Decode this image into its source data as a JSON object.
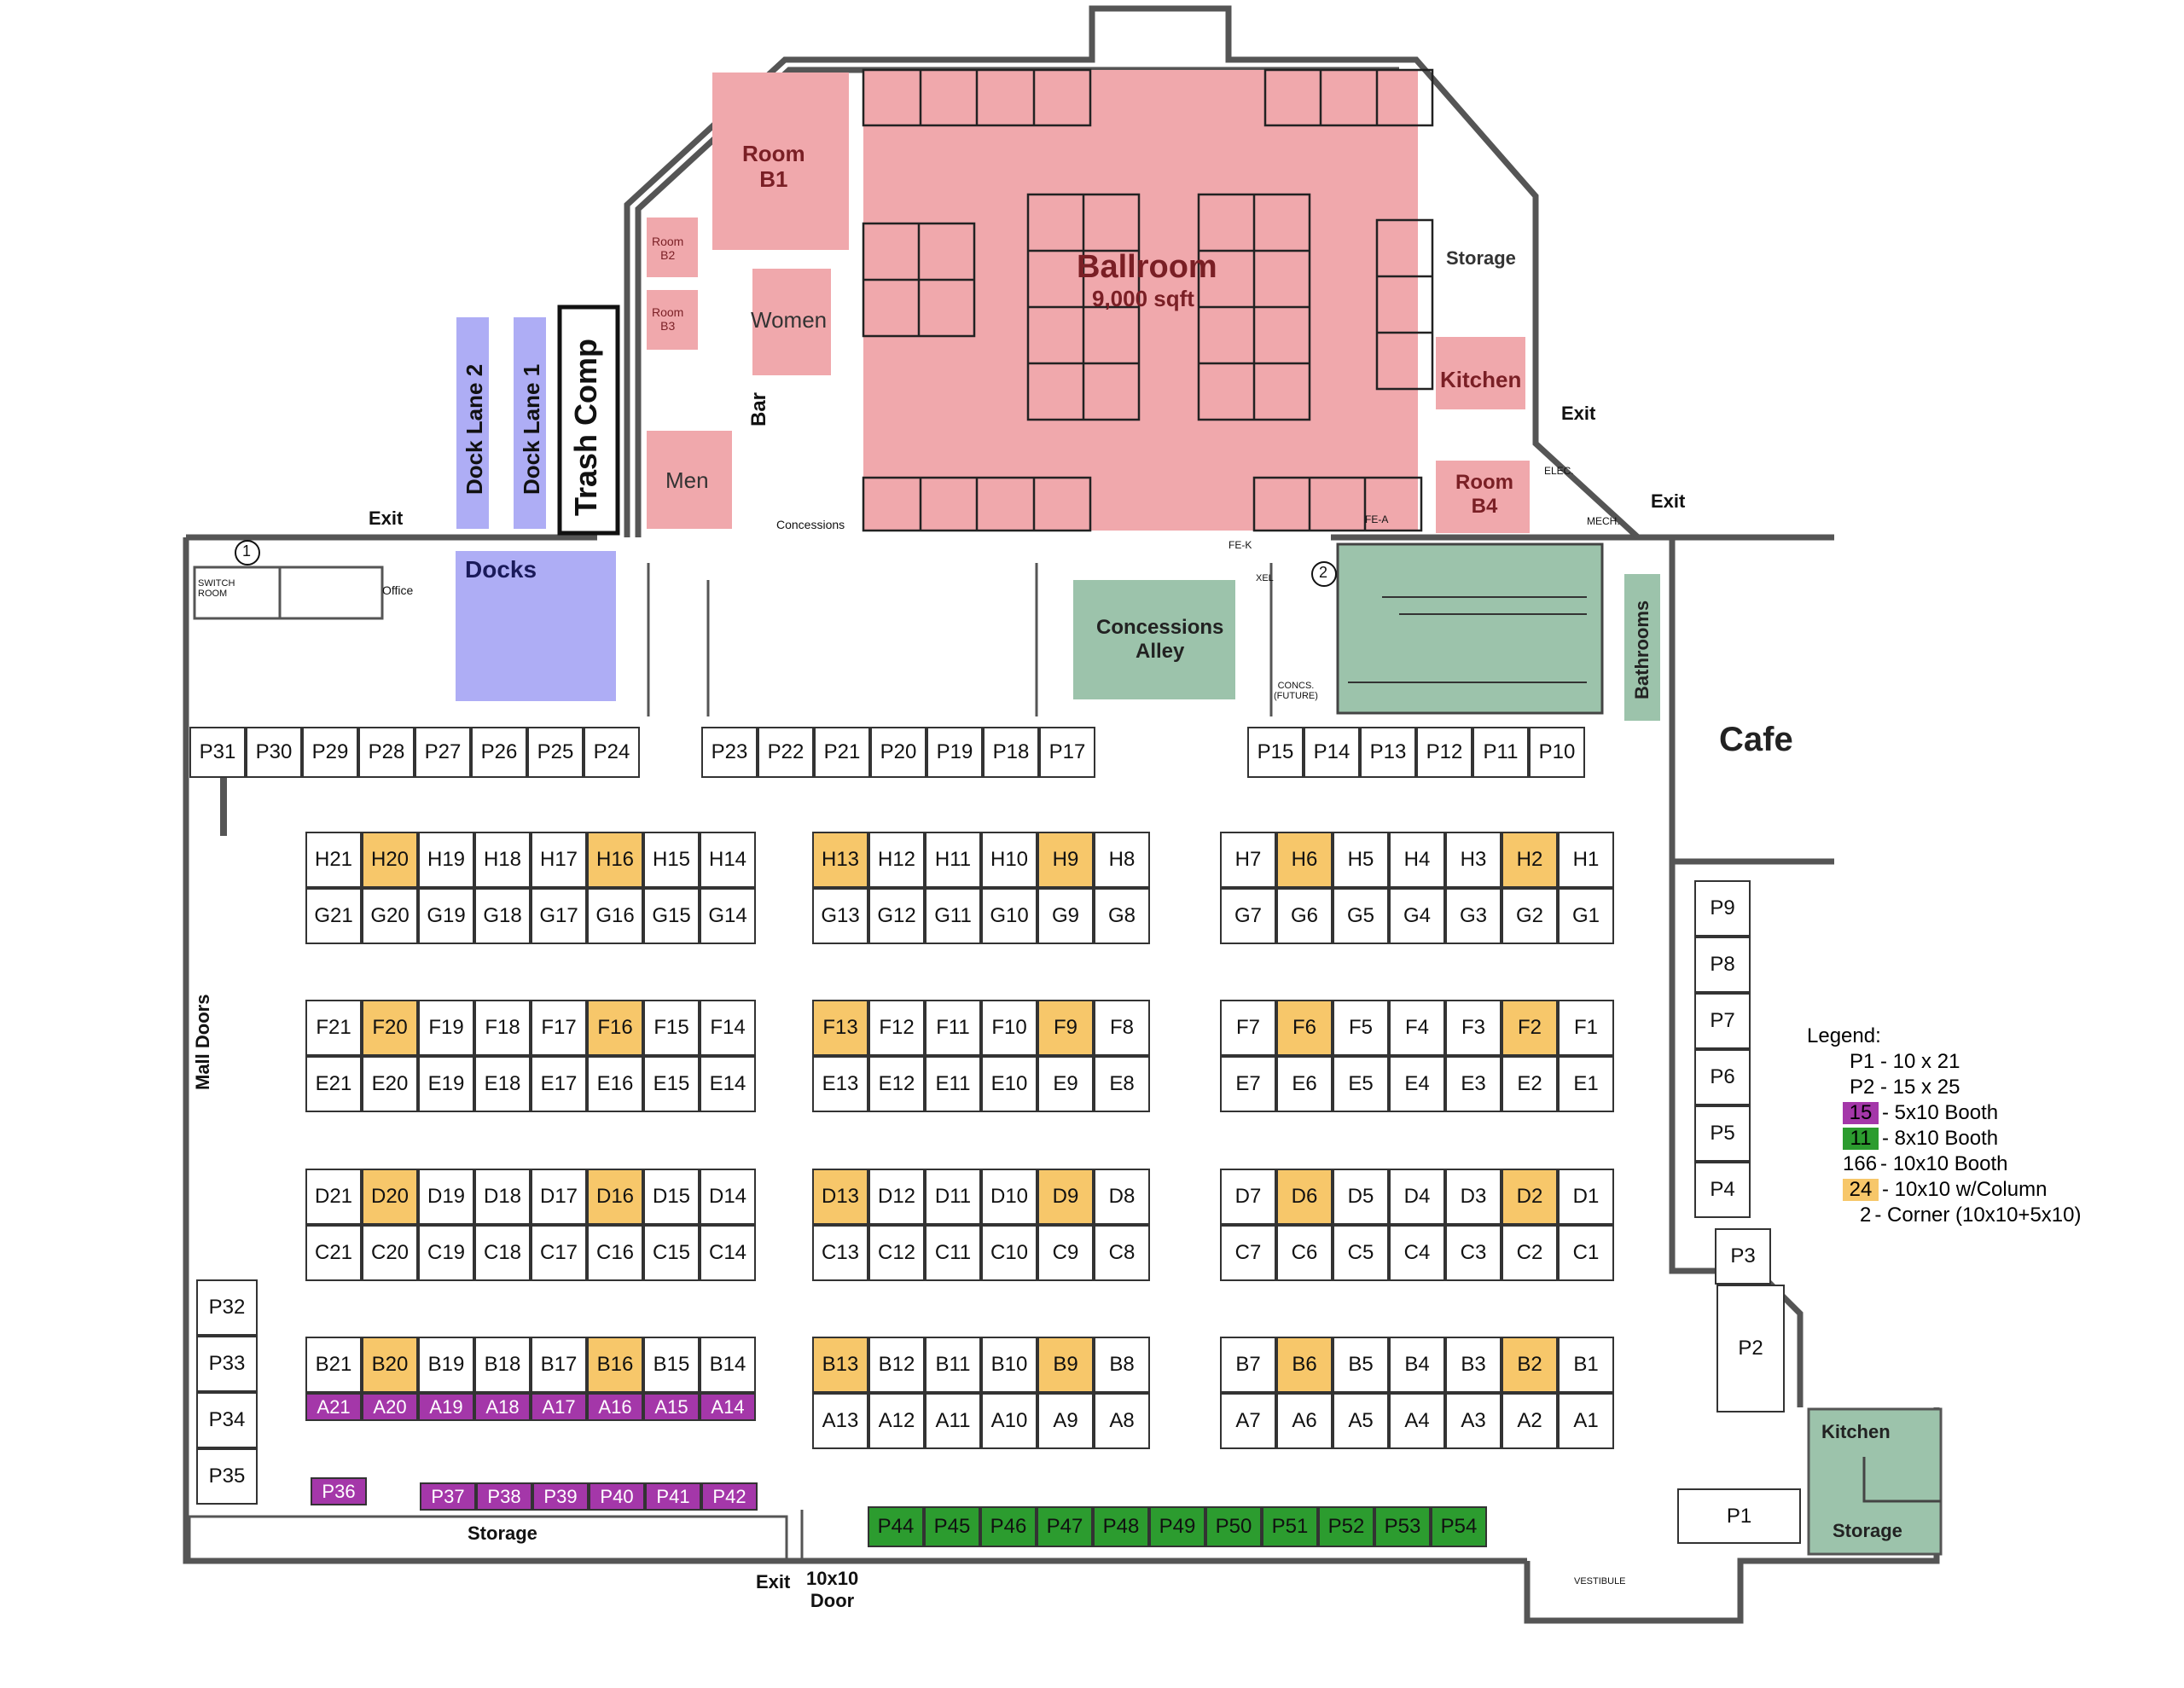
{
  "rooms": {
    "room_b1": "Room\nB1",
    "room_b2": "Room\nB2",
    "room_b3": "Room\nB3",
    "women": "Women",
    "men": "Men",
    "bar": "Bar",
    "ballroom": "Ballroom",
    "ballroom_size": "9,000 sqft",
    "storage_top": "Storage",
    "kitchen_top": "Kitchen",
    "room_b4": "Room\nB4",
    "exit_right": "Exit",
    "mech": "MECH.",
    "elec": "ELEC.",
    "exit_top_right": "Exit",
    "dock_lane_2": "Dock Lane 2",
    "dock_lane_1": "Dock Lane 1",
    "trash_comp": "Trash Comp",
    "exit_top_left": "Exit",
    "switch_room": "SWITCH\nROOM",
    "office": "Office",
    "docks": "Docks",
    "concessions_small": "Concessions",
    "concessions_alley": "Concessions\nAlley",
    "fe_k": "FE-K",
    "fe_a": "FE-A",
    "xel": "XEL",
    "concs_future": "CONCS.\n(FUTURE)",
    "bathrooms": "Bathrooms",
    "cafe": "Cafe",
    "mall_doors": "Mall Doors",
    "storage_bottom": "Storage",
    "exit_bottom": "Exit",
    "door_10x10": "10x10\nDoor",
    "kitchen_bottom": "Kitchen",
    "storage_bottom_right": "Storage",
    "vestibule": "VESTIBULE",
    "marker_1": "1",
    "marker_2": "2"
  },
  "legend": {
    "title": "Legend:",
    "p1": "P1 - 10 x 21",
    "p2": "P2 - 15 x 25",
    "purple_count": "15",
    "purple_label": "- 5x10 Booth",
    "green_count": "11",
    "green_label": "- 8x10 Booth",
    "plain_count": "166",
    "plain_label": "- 10x10 Booth",
    "orange_count": "24",
    "orange_label": "- 10x10 w/Column",
    "corner_count": "2",
    "corner_label": "- Corner (10x10+5x10)"
  },
  "colors": {
    "ballroom": "#f0a8ac",
    "dock": "#aeadf5",
    "concessions": "#9cc3ab",
    "column_booth": "#f7c76a",
    "booth_5x10": "#a437a9",
    "booth_8x10": "#2c9c2f",
    "wall": "#555555"
  },
  "booth_rows": {
    "top_left": [
      "P31",
      "P30",
      "P29",
      "P28",
      "P27",
      "P26",
      "P25",
      "P24"
    ],
    "top_mid": [
      "P23",
      "P22",
      "P21",
      "P20",
      "P19",
      "P18",
      "P17"
    ],
    "top_right": [
      "P15",
      "P14",
      "P13",
      "P12",
      "P11",
      "P10"
    ],
    "b1_r1": [
      "H21",
      "H20",
      "H19",
      "H18",
      "H17",
      "H16",
      "H15",
      "H14"
    ],
    "b1_r2": [
      "G21",
      "G20",
      "G19",
      "G18",
      "G17",
      "G16",
      "G15",
      "G14"
    ],
    "b1_r3": [
      "F21",
      "F20",
      "F19",
      "F18",
      "F17",
      "F16",
      "F15",
      "F14"
    ],
    "b1_r4": [
      "E21",
      "E20",
      "E19",
      "E18",
      "E17",
      "E16",
      "E15",
      "E14"
    ],
    "b1_r5": [
      "D21",
      "D20",
      "D19",
      "D18",
      "D17",
      "D16",
      "D15",
      "D14"
    ],
    "b1_r6": [
      "C21",
      "C20",
      "C19",
      "C18",
      "C17",
      "C16",
      "C15",
      "C14"
    ],
    "b1_r7": [
      "B21",
      "B20",
      "B19",
      "B18",
      "B17",
      "B16",
      "B15",
      "B14"
    ],
    "b1_r8": [
      "A21",
      "A20",
      "A19",
      "A18",
      "A17",
      "A16",
      "A15",
      "A14"
    ],
    "b2_r1": [
      "H13",
      "H12",
      "H11",
      "H10",
      "H9",
      "H8"
    ],
    "b2_r2": [
      "G13",
      "G12",
      "G11",
      "G10",
      "G9",
      "G8"
    ],
    "b2_r3": [
      "F13",
      "F12",
      "F11",
      "F10",
      "F9",
      "F8"
    ],
    "b2_r4": [
      "E13",
      "E12",
      "E11",
      "E10",
      "E9",
      "E8"
    ],
    "b2_r5": [
      "D13",
      "D12",
      "D11",
      "D10",
      "D9",
      "D8"
    ],
    "b2_r6": [
      "C13",
      "C12",
      "C11",
      "C10",
      "C9",
      "C8"
    ],
    "b2_r7": [
      "B13",
      "B12",
      "B11",
      "B10",
      "B9",
      "B8"
    ],
    "b2_r8": [
      "A13",
      "A12",
      "A11",
      "A10",
      "A9",
      "A8"
    ],
    "b3_r1": [
      "H7",
      "H6",
      "H5",
      "H4",
      "H3",
      "H2",
      "H1"
    ],
    "b3_r2": [
      "G7",
      "G6",
      "G5",
      "G4",
      "G3",
      "G2",
      "G1"
    ],
    "b3_r3": [
      "F7",
      "F6",
      "F5",
      "F4",
      "F3",
      "F2",
      "F1"
    ],
    "b3_r4": [
      "E7",
      "E6",
      "E5",
      "E4",
      "E3",
      "E2",
      "E1"
    ],
    "b3_r5": [
      "D7",
      "D6",
      "D5",
      "D4",
      "D3",
      "D2",
      "D1"
    ],
    "b3_r6": [
      "C7",
      "C6",
      "C5",
      "C4",
      "C3",
      "C2",
      "C1"
    ],
    "b3_r7": [
      "B7",
      "B6",
      "B5",
      "B4",
      "B3",
      "B2",
      "B1"
    ],
    "b3_r8": [
      "A7",
      "A6",
      "A5",
      "A4",
      "A3",
      "A2",
      "A1"
    ],
    "left_col": [
      "P32",
      "P33",
      "P34",
      "P35"
    ],
    "bottom_purple": [
      "P37",
      "P38",
      "P39",
      "P40",
      "P41",
      "P42"
    ],
    "single_purple": [
      "P36"
    ],
    "bottom_green": [
      "P44",
      "P45",
      "P46",
      "P47",
      "P48",
      "P49",
      "P50",
      "P51",
      "P52",
      "P53",
      "P54"
    ],
    "right_col": [
      "P9",
      "P8",
      "P7",
      "P6",
      "P5",
      "P4"
    ],
    "right_p3": [
      "P3"
    ],
    "right_p2": [
      "P2"
    ],
    "right_p1": [
      "P1"
    ]
  },
  "column_booths": [
    "H20",
    "H16",
    "H13",
    "H9",
    "H6",
    "H2",
    "F20",
    "F16",
    "F13",
    "F9",
    "F6",
    "F2",
    "D20",
    "D16",
    "D13",
    "D9",
    "D6",
    "D2",
    "B20",
    "B16",
    "B13",
    "B9",
    "B6",
    "B2"
  ]
}
